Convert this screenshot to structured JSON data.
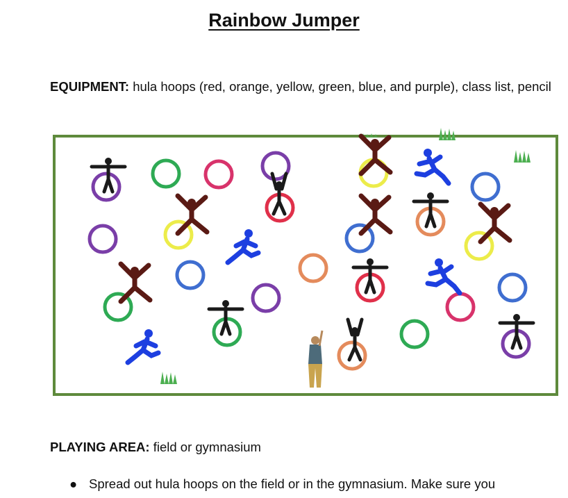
{
  "title": "Rainbow Jumper",
  "equipment": {
    "label": "EQUIPMENT:",
    "text": " hula hoops (red, orange, yellow, green, blue, and purple), class list, pencil"
  },
  "figure": {
    "hoop_colors": {
      "red": "#e0304a",
      "pink": "#d8336b",
      "orange": "#e48b5c",
      "yellow": "#ecec4a",
      "green": "#2eaa54",
      "blue": "#3f6ed0",
      "purple": "#7a3ea8"
    },
    "field_border_color": "#5e8a3c",
    "figure_colors": {
      "black": "#1a1a1a",
      "maroon": "#5a1a14",
      "blue": "#1d3fe0"
    }
  },
  "playing_area": {
    "label": "PLAYING AREA:",
    "text": " field or gymnasium"
  },
  "bullets": [
    "Spread out hula hoops on the field or in the gymnasium. Make sure you"
  ]
}
